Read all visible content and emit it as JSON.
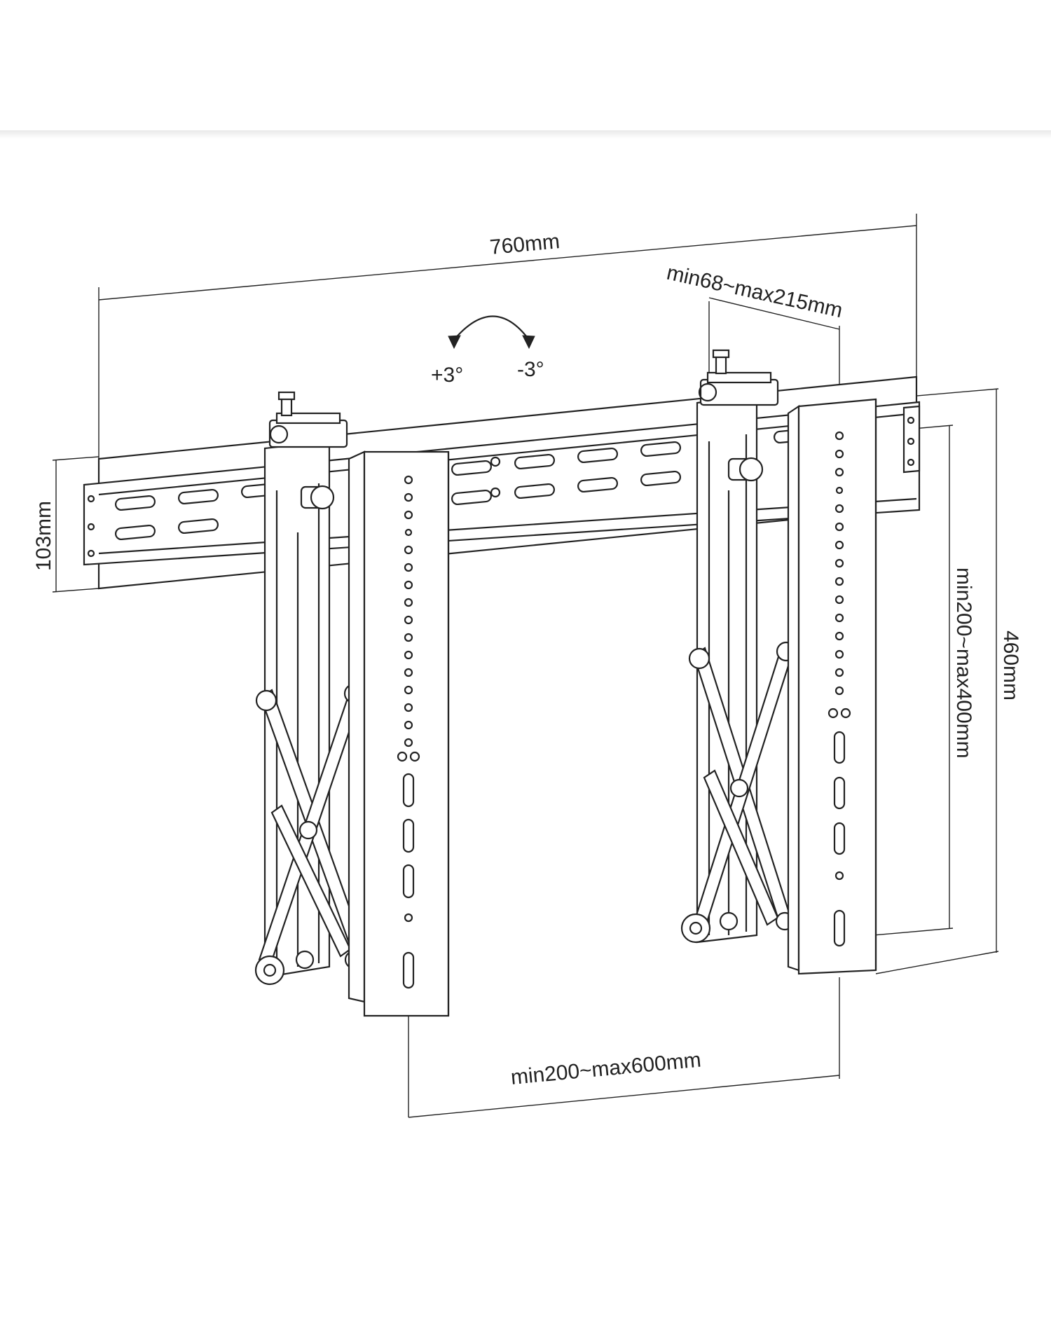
{
  "dimensions": {
    "overall_width": "760mm",
    "rail_height": "103mm",
    "depth": "min68~max215mm",
    "bracket_height": "460mm",
    "vertical_hole_spacing": "min200~max400mm",
    "horizontal_spacing": "min200~max600mm"
  },
  "tilt": {
    "plus": "+3°",
    "minus": "-3°"
  }
}
